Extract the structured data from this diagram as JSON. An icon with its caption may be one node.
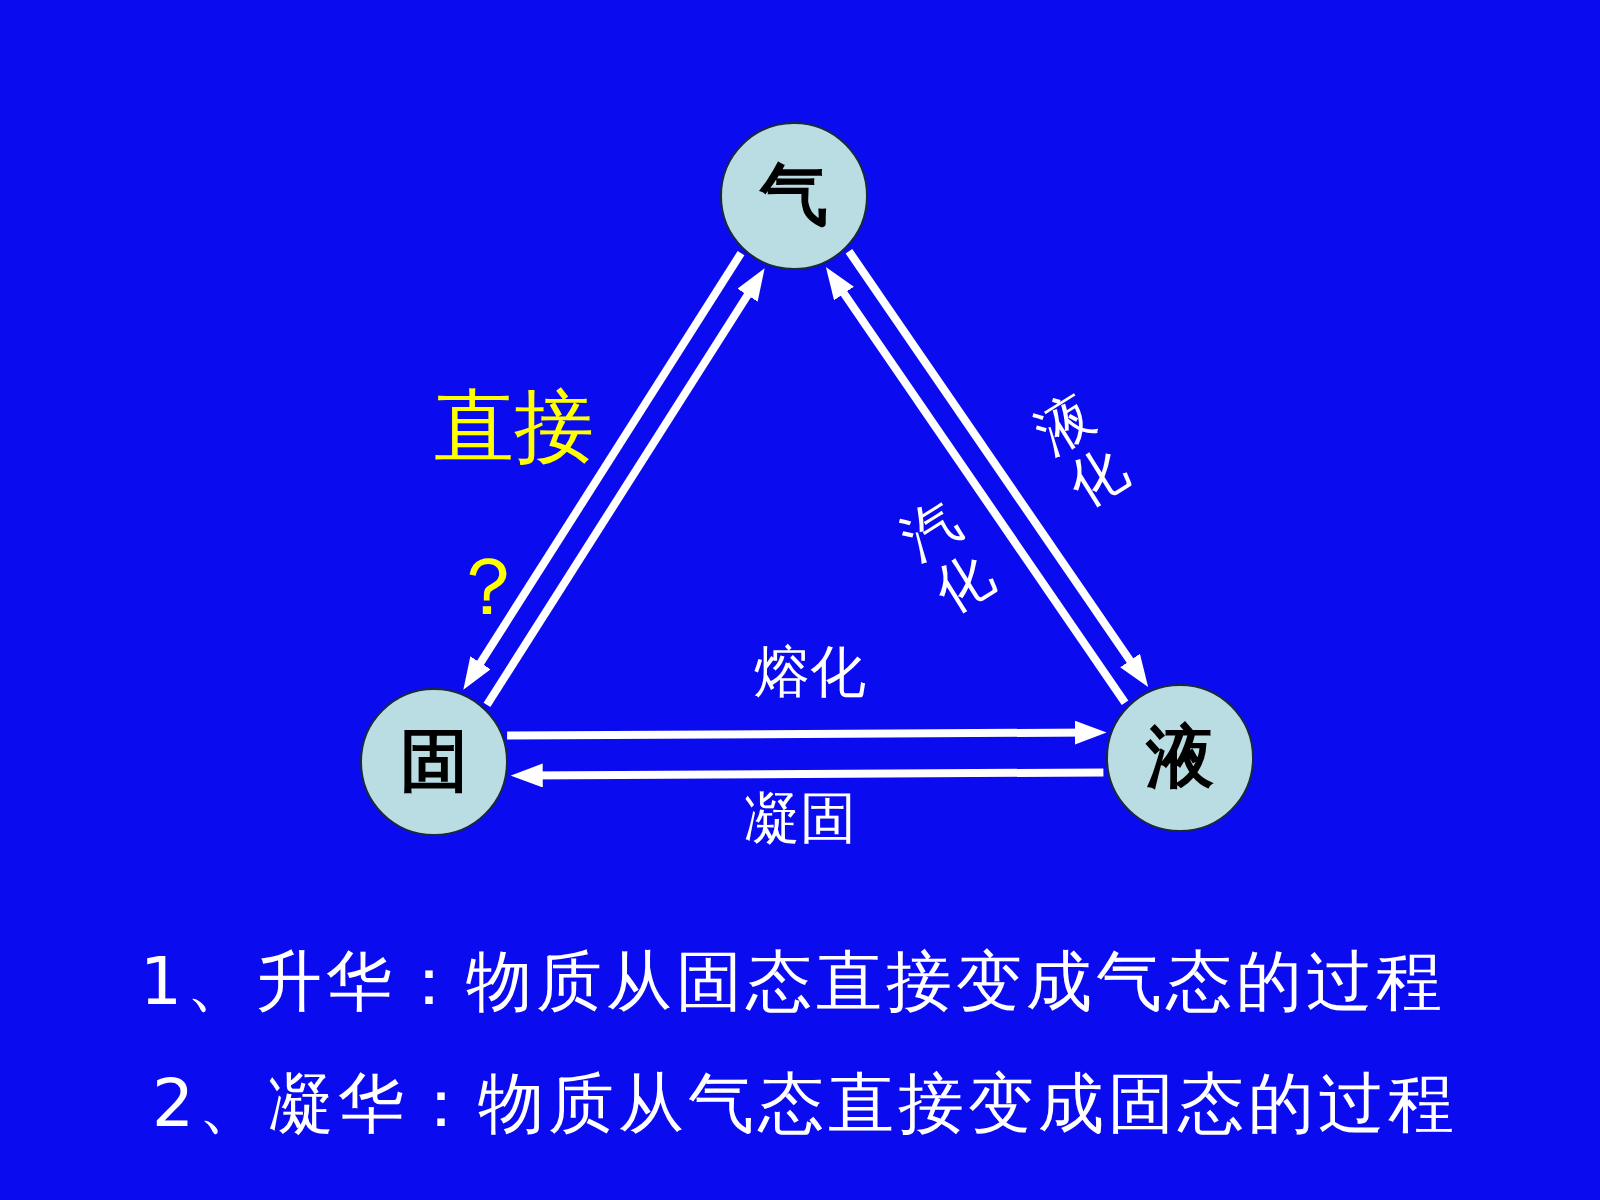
{
  "diagram": {
    "nodes": [
      {
        "text": [
          "气"
        ]
      },
      {
        "text": [
          "固"
        ]
      },
      {
        "text": [
          "液"
        ]
      }
    ],
    "edges": [
      {
        "from": 1,
        "to": 0,
        "arrow": "to"
      },
      {
        "from": 0,
        "to": 1,
        "arrow": "to"
      },
      {
        "from": 0,
        "to": 2,
        "arrow": "to",
        "label": "液化"
      },
      {
        "from": 2,
        "to": 0,
        "arrow": "to",
        "label": "汽化"
      },
      {
        "from": 1,
        "to": 2,
        "arrow": "to",
        "label": "熔化"
      },
      {
        "from": 2,
        "to": 1,
        "arrow": "to",
        "label": "凝固"
      }
    ],
    "labels": [
      "直接",
      "？",
      "1、升华：物质从固态直接变成气态的过程",
      "2、凝华：物质从气态直接变成固态的过程"
    ]
  }
}
